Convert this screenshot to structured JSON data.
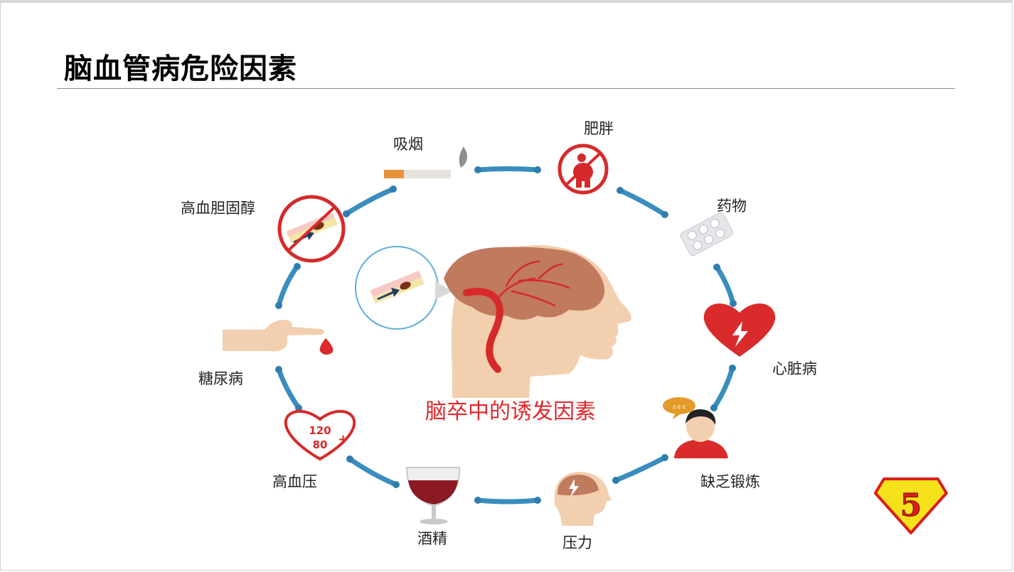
{
  "slide": {
    "title": "脑血管病危险因素"
  },
  "diagram": {
    "center_caption": "脑卒中的诱发因素",
    "factors": [
      {
        "label": "吸烟",
        "icon": "cigarette-icon"
      },
      {
        "label": "肥胖",
        "icon": "obesity-icon"
      },
      {
        "label": "药物",
        "icon": "pill-pack-icon"
      },
      {
        "label": "心脏病",
        "icon": "heart-bolt-icon"
      },
      {
        "label": "缺乏锻炼",
        "icon": "sleepy-person-icon"
      },
      {
        "label": "压力",
        "icon": "stressed-head-icon"
      },
      {
        "label": "酒精",
        "icon": "wine-glass-icon"
      },
      {
        "label": "高血压",
        "icon": "blood-pressure-heart-icon"
      },
      {
        "label": "糖尿病",
        "icon": "finger-blood-drop-icon"
      },
      {
        "label": "高血胆固醇",
        "icon": "blocked-artery-icon"
      }
    ],
    "blood_pressure": {
      "systolic": "120",
      "diastolic": "80",
      "sign": "+"
    },
    "sleep_bubble": "z-z-z"
  },
  "logo": {
    "text": "5"
  },
  "colors": {
    "connector": "#3a8dbd",
    "accent_red": "#d62a2a",
    "skin": "#f2cfae",
    "brain": "#c07a5e",
    "caption": "#e0282b"
  }
}
